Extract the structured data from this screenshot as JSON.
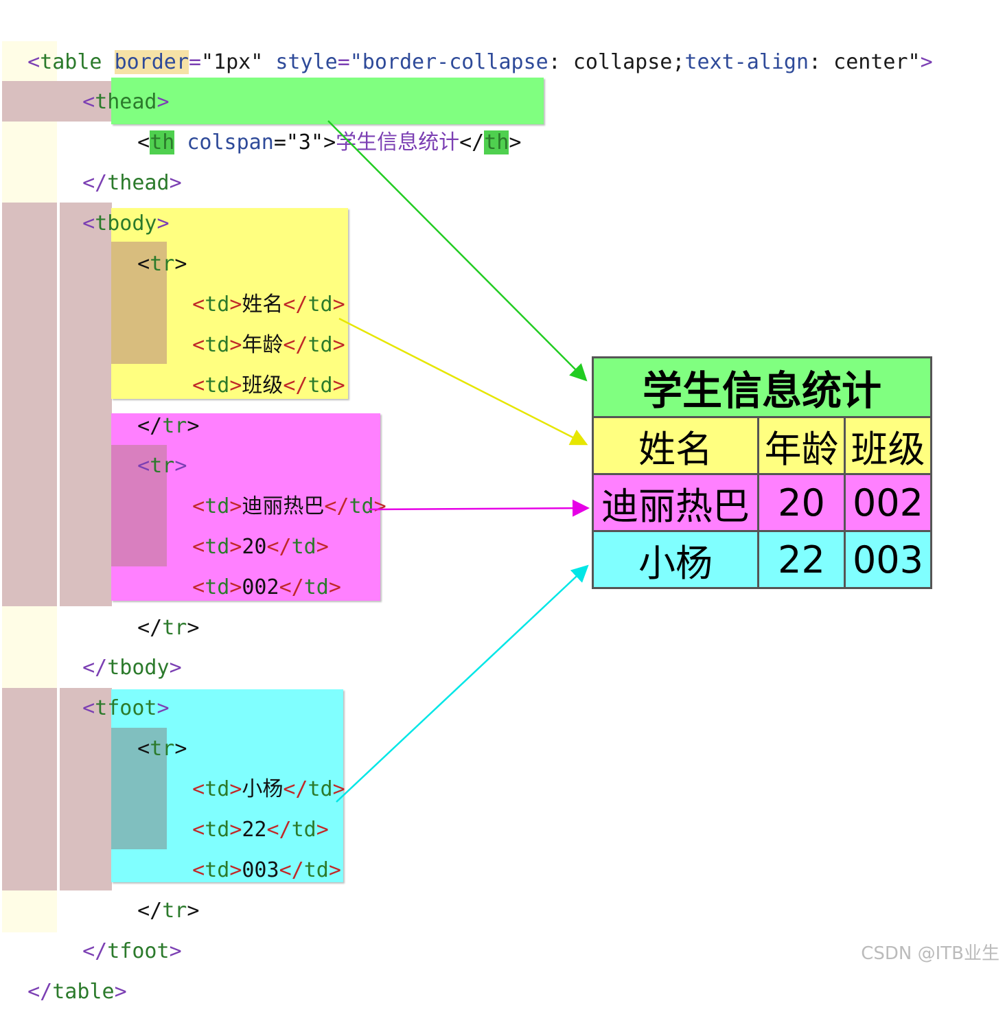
{
  "code": {
    "table_open": {
      "tag": "table",
      "attr1": "border",
      "val1": "\"1px\"",
      "attr2": "style",
      "val2a": "\"border-collapse",
      "val2b": ": collapse;",
      "val2c": "text-align",
      "val2d": ": center\""
    },
    "thead_open": "thead",
    "th_line": {
      "tag": "th",
      "attr": "colspan",
      "val": "\"3\"",
      "text": "学生信息统计"
    },
    "thead_close": "thead",
    "tbody_open": "tbody",
    "row1": {
      "tr": "tr",
      "cells": [
        "姓名",
        "年龄",
        "班级"
      ]
    },
    "row2": {
      "tr": "tr",
      "cells": [
        "迪丽热巴",
        "20",
        "002"
      ]
    },
    "tbody_close": "tbody",
    "tfoot_open": "tfoot",
    "row3": {
      "tr": "tr",
      "cells": [
        "小杨",
        "22",
        "003"
      ]
    },
    "tfoot_close": "tfoot",
    "table_close": "table",
    "td_tag": "td"
  },
  "result_table": {
    "title": "学生信息统计",
    "header": [
      "姓名",
      "年龄",
      "班级"
    ],
    "rows": [
      [
        "迪丽热巴",
        "20",
        "002"
      ],
      [
        "小杨",
        "22",
        "003"
      ]
    ]
  },
  "colors": {
    "thead_green": "#80ff80",
    "row_yellow": "#ffff80",
    "row_magenta": "#ff80ff",
    "row_cyan": "#80ffff",
    "arrow_green": "#22cc22",
    "arrow_yellow": "#e6e600",
    "arrow_magenta": "#e600e6",
    "arrow_cyan": "#00e6e6"
  },
  "watermark": "CSDN @ITB业生"
}
